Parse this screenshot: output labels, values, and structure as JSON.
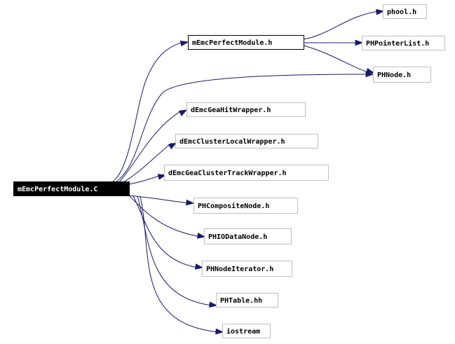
{
  "graph": {
    "root": "mEmcPerfectModule.C",
    "nodes": [
      {
        "id": "root",
        "label": "mEmcPerfectModule.C",
        "style": "root"
      },
      {
        "id": "mod_h",
        "label": "mEmcPerfectModule.h",
        "style": "direct"
      },
      {
        "id": "phool",
        "label": "phool.h",
        "style": "normal"
      },
      {
        "id": "phptr",
        "label": "PHPointerList.h",
        "style": "normal"
      },
      {
        "id": "phnode",
        "label": "PHNode.h",
        "style": "normal"
      },
      {
        "id": "gea_hit",
        "label": "dEmcGeaHitWrapper.h",
        "style": "normal"
      },
      {
        "id": "clus_local",
        "label": "dEmcClusterLocalWrapper.h",
        "style": "normal"
      },
      {
        "id": "gea_clus",
        "label": "dEmcGeaClusterTrackWrapper.h",
        "style": "normal"
      },
      {
        "id": "phcomp",
        "label": "PHCompositeNode.h",
        "style": "normal"
      },
      {
        "id": "phio",
        "label": "PHIODataNode.h",
        "style": "normal"
      },
      {
        "id": "phiter",
        "label": "PHNodeIterator.h",
        "style": "normal"
      },
      {
        "id": "phtable",
        "label": "PHTable.hh",
        "style": "normal"
      },
      {
        "id": "iostream",
        "label": "iostream",
        "style": "normal"
      }
    ],
    "edges": [
      {
        "from": "root",
        "to": "mod_h"
      },
      {
        "from": "root",
        "to": "phnode"
      },
      {
        "from": "root",
        "to": "gea_hit"
      },
      {
        "from": "root",
        "to": "clus_local"
      },
      {
        "from": "root",
        "to": "gea_clus"
      },
      {
        "from": "root",
        "to": "phcomp"
      },
      {
        "from": "root",
        "to": "phio"
      },
      {
        "from": "root",
        "to": "phiter"
      },
      {
        "from": "root",
        "to": "phtable"
      },
      {
        "from": "root",
        "to": "iostream"
      },
      {
        "from": "mod_h",
        "to": "phool"
      },
      {
        "from": "mod_h",
        "to": "phptr"
      },
      {
        "from": "mod_h",
        "to": "phnode"
      }
    ],
    "colors": {
      "edge": "#191970",
      "root_fill": "#000000",
      "root_text": "#ffffff",
      "node_border": "#bfbfbf",
      "direct_border": "#000000"
    }
  }
}
